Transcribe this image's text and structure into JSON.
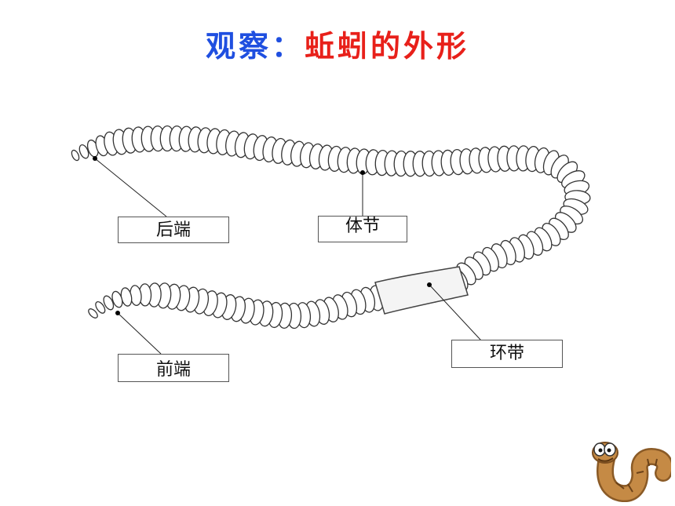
{
  "title": {
    "observe": "观察：",
    "subject": "蚯蚓的外形"
  },
  "labels": {
    "rear": "后端",
    "segment": "体节",
    "clitellum": "环带",
    "front": "前端"
  },
  "colors": {
    "title_blue": "#1f4fe0",
    "title_red": "#e8201a",
    "worm_stroke": "#333333",
    "mascot_body": "#b07a3a"
  }
}
